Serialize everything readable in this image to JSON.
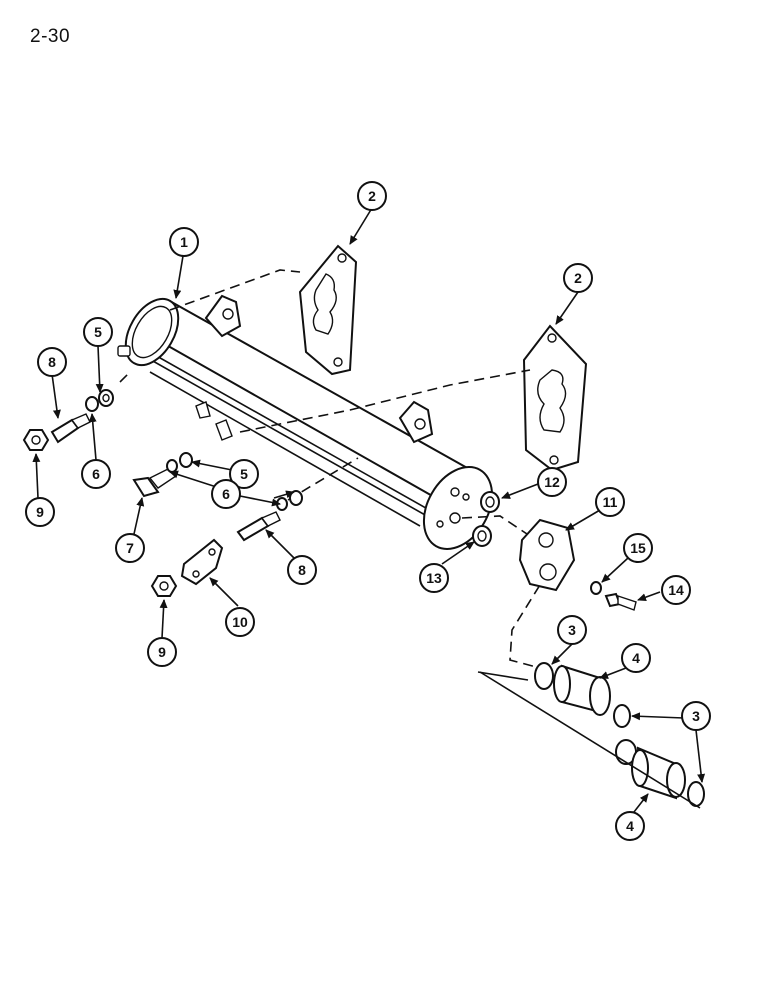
{
  "page_number": "2-30",
  "callouts": {
    "c1": "1",
    "c2a": "2",
    "c2b": "2",
    "c3a": "3",
    "c3b": "3",
    "c4a": "4",
    "c4b": "4",
    "c5a": "5",
    "c5b": "5",
    "c6a": "6",
    "c6b": "6",
    "c7": "7",
    "c8a": "8",
    "c8b": "8",
    "c9a": "9",
    "c9b": "9",
    "c10": "10",
    "c11": "11",
    "c12": "12",
    "c13": "13",
    "c14": "14",
    "c15": "15"
  }
}
